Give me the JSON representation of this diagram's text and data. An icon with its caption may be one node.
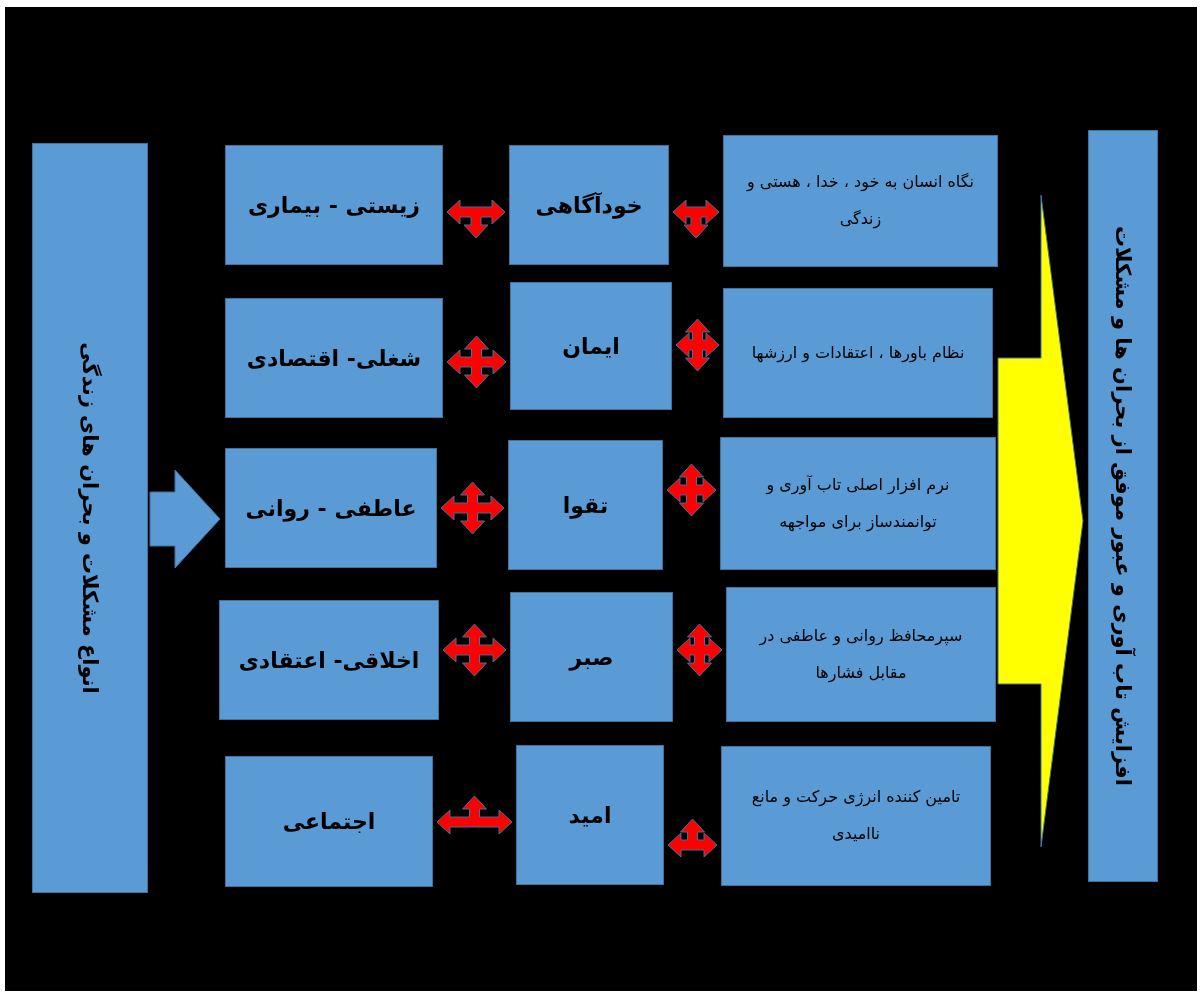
{
  "diagram": {
    "nodes": [
      {
        "text": [
          "انواع مشکلات و بحران های زندگی"
        ]
      },
      {
        "text": [
          "زیستی - بیماری"
        ]
      },
      {
        "text": [
          "شغلی- اقتصادی"
        ]
      },
      {
        "text": [
          "عاطفی - روانی"
        ]
      },
      {
        "text": [
          "اخلاقی- اعتقادی"
        ]
      },
      {
        "text": [
          "اجتماعی"
        ]
      },
      {
        "text": [
          "خودآگاهی"
        ]
      },
      {
        "text": [
          "ایمان"
        ]
      },
      {
        "text": [
          "تقوا"
        ]
      },
      {
        "text": [
          "صبر"
        ]
      },
      {
        "text": [
          "امید"
        ]
      },
      {
        "text": [
          "نگاه انسان به خود ، خدا ، هستی و زندگی"
        ]
      },
      {
        "text": [
          "نظام باورها ، اعتقادات و ارزشها"
        ]
      },
      {
        "text": [
          "نرم افزار اصلی تاب آوری و توانمندساز برای مواجهه"
        ]
      },
      {
        "text": [
          "سپرمحافظ روانی و عاطفی در مقابل فشارها"
        ]
      },
      {
        "text": [
          "تامین کننده انرژی حرکت و مانع ناامیدی"
        ]
      },
      {
        "text": [
          "افزایش تاب آوری و عبور موفق از بحران ها و مشکلات"
        ]
      }
    ],
    "edges": [
      {
        "from": 0,
        "to": 3,
        "arrow": "to",
        "style": "thick",
        "color": "#5b9bd5"
      },
      {
        "from": 1,
        "to": 6,
        "arrow": "both"
      },
      {
        "from": 6,
        "to": 11,
        "arrow": "both"
      },
      {
        "from": 2,
        "to": 7,
        "arrow": "both"
      },
      {
        "from": 7,
        "to": 12,
        "arrow": "both"
      },
      {
        "from": 3,
        "to": 8,
        "arrow": "both"
      },
      {
        "from": 8,
        "to": 13,
        "arrow": "both"
      },
      {
        "from": 4,
        "to": 9,
        "arrow": "both"
      },
      {
        "from": 9,
        "to": 14,
        "arrow": "both"
      },
      {
        "from": 5,
        "to": 10,
        "arrow": "both"
      },
      {
        "from": 10,
        "to": 15,
        "arrow": "both"
      },
      {
        "from": 13,
        "to": 16,
        "arrow": "to",
        "style": "thick",
        "color": "#ffff00"
      }
    ]
  }
}
